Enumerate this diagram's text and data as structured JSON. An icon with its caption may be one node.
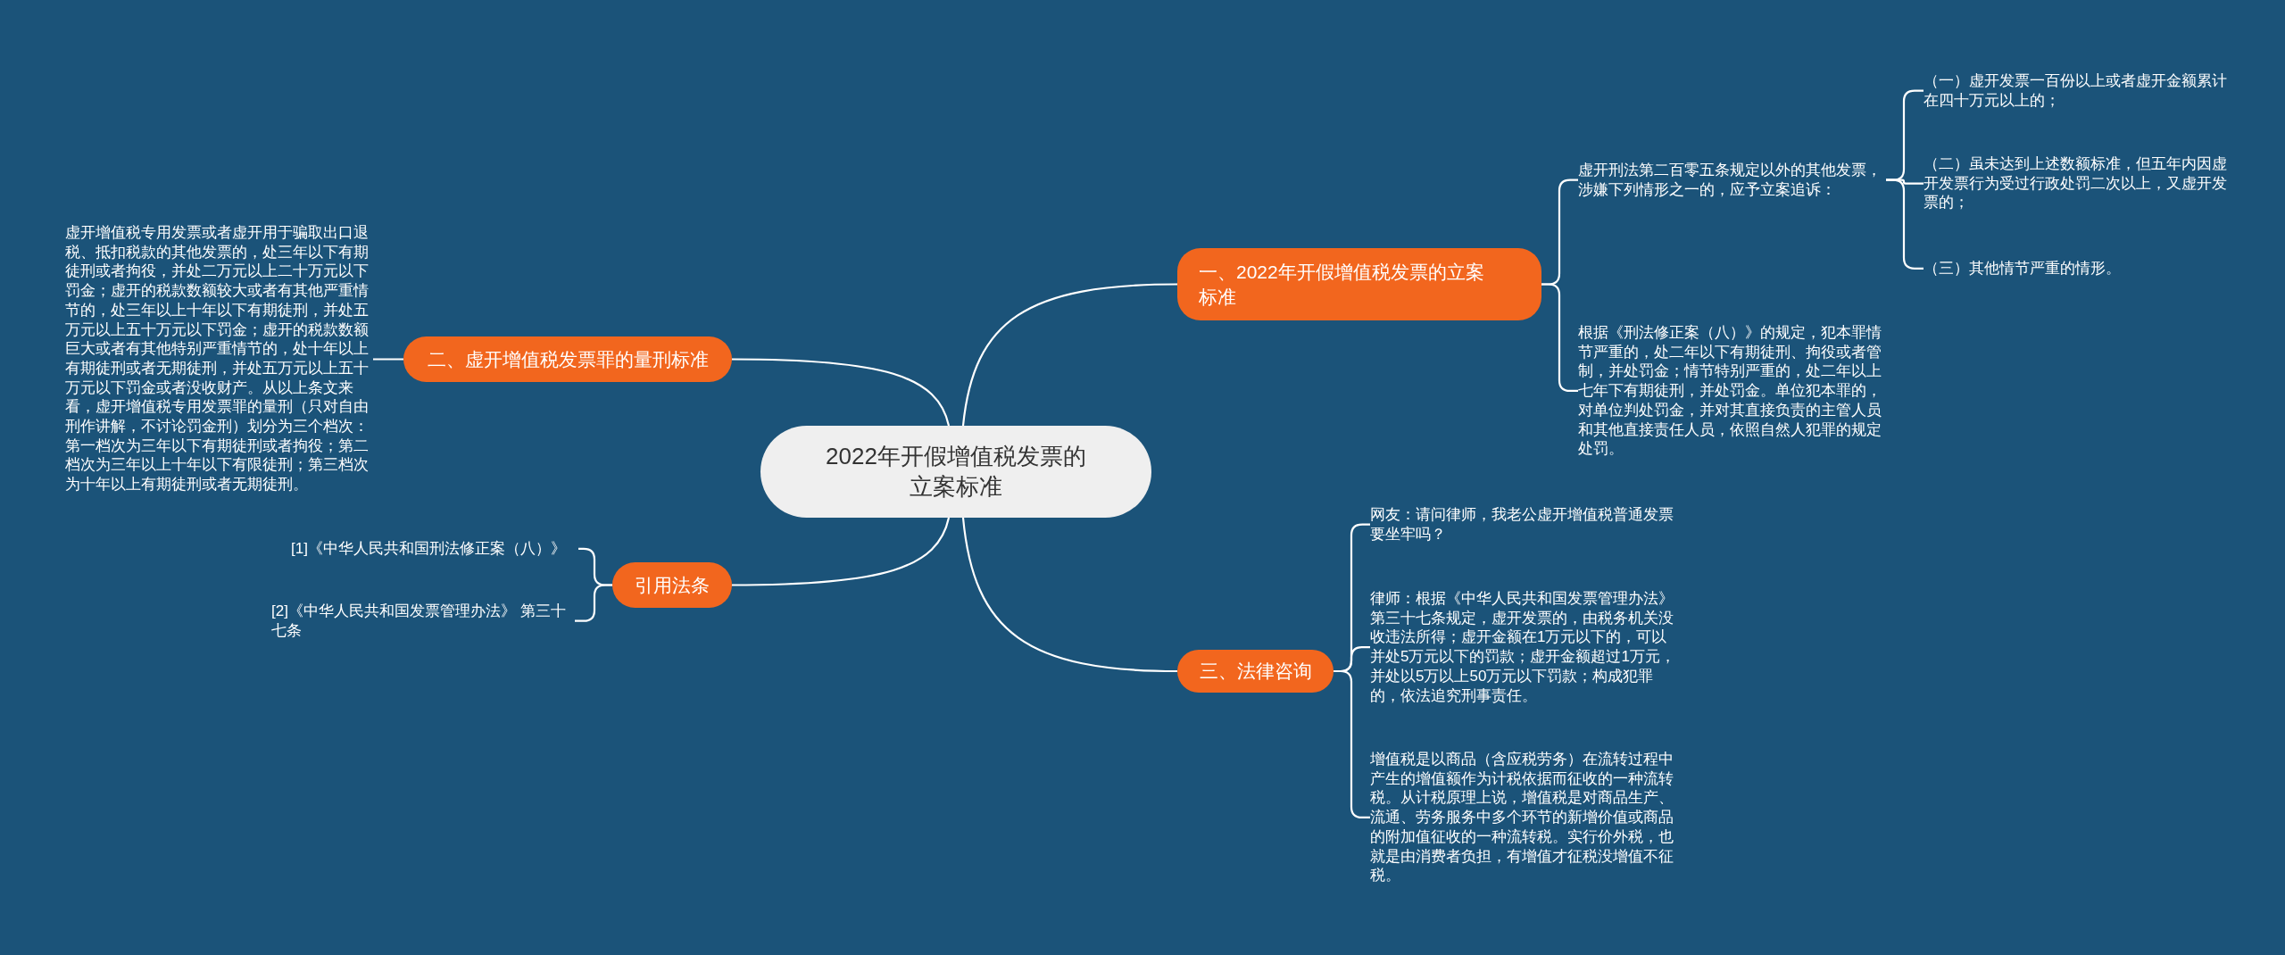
{
  "diagram": {
    "nodes": [
      {
        "text": [
          "2022年开假增值税发票的立案标准"
        ]
      },
      {
        "text": [
          "一、2022年开假增值税发票的立案标准"
        ]
      },
      {
        "text": [
          "虚开刑法第二百零五条规定以外的其他发票，涉嫌下列情形之一的，应予立案追诉："
        ]
      },
      {
        "text": [
          "（一）虚开发票一百份以上或者虚开金额累计在四十万元以上的；"
        ]
      },
      {
        "text": [
          "（二）虽未达到上述数额标准，但五年内因虚开发票行为受过行政处罚二次以上，又虚开发票的；"
        ]
      },
      {
        "text": [
          "（三）其他情节严重的情形。"
        ]
      },
      {
        "text": [
          "根据《刑法修正案（八）》的规定，犯本罪情节严重的，处二年以下有期徒刑、拘役或者管制，并处罚金；情节特别严重的，处二年以上七年下有期徒刑，并处罚金。单位犯本罪的，对单位判处罚金，并对其直接负责的主管人员和其他直接责任人员，依照自然人犯罪的规定处罚。"
        ]
      },
      {
        "text": [
          "二、虚开增值税发票罪的量刑标准"
        ]
      },
      {
        "text": [
          "虚开增值税专用发票或者虚开用于骗取出口退税、抵扣税款的其他发票的，处三年以下有期徒刑或者拘役，并处二万元以上二十万元以下罚金；虚开的税款数额较大或者有其他严重情节的，处三年以上十年以下有期徒刑，并处五万元以上五十万元以下罚金；虚开的税款数额巨大或者有其他特别严重情节的，处十年以上有期徒刑或者无期徒刑，并处五万元以上五十万元以下罚金或者没收财产。从以上条文来看，虚开增值税专用发票罪的量刑（只对自由刑作讲解，不讨论罚金刑）划分为三个档次：第一档次为三年以下有期徒刑或者拘役；第二档次为三年以上十年以下有限徒刑；第三档次为十年以上有期徒刑或者无期徒刑。"
        ]
      },
      {
        "text": [
          "引用法条"
        ]
      },
      {
        "text": [
          "[1]《中华人民共和国刑法修正案（八）》"
        ]
      },
      {
        "text": [
          "[2]《中华人民共和国发票管理办法》 第三十七条"
        ]
      },
      {
        "text": [
          "三、法律咨询"
        ]
      },
      {
        "text": [
          "网友：请问律师，我老公虚开增值税普通发票要坐牢吗？"
        ]
      },
      {
        "text": [
          "律师：根据《中华人民共和国发票管理办法》第三十七条规定，虚开发票的，由税务机关没收违法所得；虚开金额在1万元以下的，可以并处5万元以下的罚款；虚开金额超过1万元，并处以5万以上50万元以下罚款；构成犯罪的，依法追究刑事责任。"
        ]
      },
      {
        "text": [
          "增值税是以商品（含应税劳务）在流转过程中产生的增值额作为计税依据而征收的一种流转税。从计税原理上说，增值税是对商品生产、流通、劳务服务中多个环节的新增价值或商品的附加值征收的一种流转税。实行价外税，也就是由消费者负担，有增值才征税没增值不征税。"
        ]
      }
    ],
    "edges": [
      {
        "from": 0,
        "to": 1,
        "arrow": "none"
      },
      {
        "from": 1,
        "to": 2,
        "arrow": "none"
      },
      {
        "from": 2,
        "to": 3,
        "arrow": "none"
      },
      {
        "from": 2,
        "to": 4,
        "arrow": "none"
      },
      {
        "from": 2,
        "to": 5,
        "arrow": "none"
      },
      {
        "from": 1,
        "to": 6,
        "arrow": "none"
      },
      {
        "from": 0,
        "to": 7,
        "arrow": "none"
      },
      {
        "from": 7,
        "to": 8,
        "arrow": "none"
      },
      {
        "from": 0,
        "to": 9,
        "arrow": "none"
      },
      {
        "from": 9,
        "to": 10,
        "arrow": "none"
      },
      {
        "from": 9,
        "to": 11,
        "arrow": "none"
      },
      {
        "from": 0,
        "to": 12,
        "arrow": "none"
      },
      {
        "from": 12,
        "to": 13,
        "arrow": "none"
      },
      {
        "from": 12,
        "to": 14,
        "arrow": "none"
      },
      {
        "from": 12,
        "to": 15,
        "arrow": "none"
      }
    ]
  }
}
